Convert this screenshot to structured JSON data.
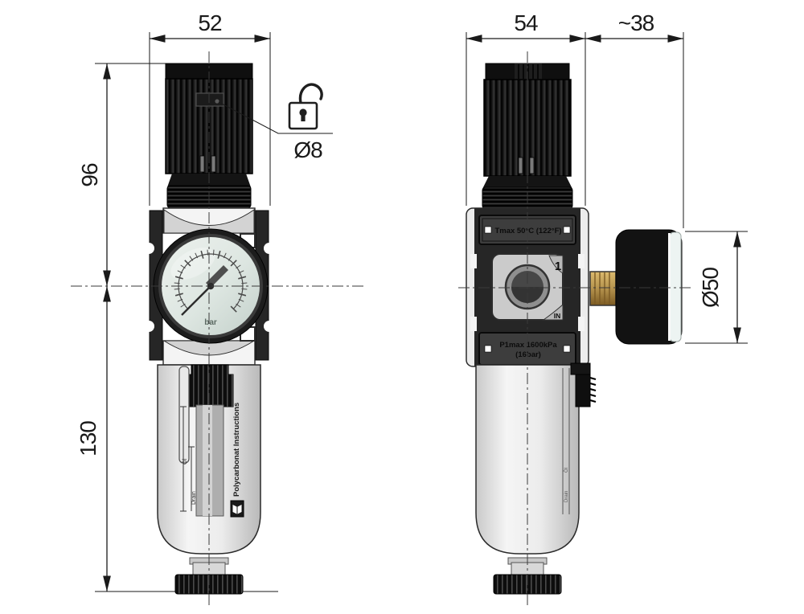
{
  "dimensions": {
    "front_width": "52",
    "front_height_upper": "96",
    "front_height_lower": "130",
    "knob_hole_diameter": "Ø8",
    "side_width": "54",
    "gauge_offset": "~38",
    "gauge_diameter": "Ø50"
  },
  "labels": {
    "tmax": "Tmax 50°C (122°F)",
    "p1max_line1": "P1max 1600kPa",
    "p1max_line2": "(16bar)",
    "port_top": "1",
    "port_bottom": "IN",
    "gauge_unit": "bar",
    "bowl_text": "Polycarbonat Instructions",
    "sight_upper": "Öl",
    "sight_lower": "Drain",
    "side_sight_upper": "Öl",
    "side_sight_lower": "Drain"
  },
  "colors": {
    "line": "#1a1a1a",
    "part_dark": "#1b1b1b",
    "body_grey": "#ececec",
    "gauge_face": "#dde6e1",
    "brass": "#c5a055"
  }
}
